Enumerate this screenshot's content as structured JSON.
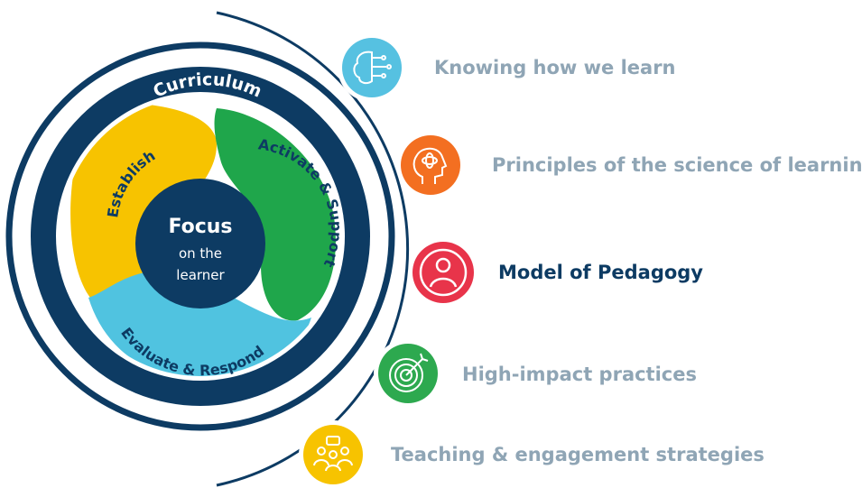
{
  "diagram": {
    "outer_ring_label": "Curriculum",
    "segments": [
      {
        "label": "Establish",
        "color": "#f7c300"
      },
      {
        "label": "Activate & Support",
        "color": "#1fa64b"
      },
      {
        "label": "Evaluate & Respond",
        "color": "#50c3e0"
      }
    ],
    "center": {
      "title": "Focus",
      "line1": "on the",
      "line2": "learner"
    },
    "colors": {
      "navy": "#0d3b63",
      "grey_text": "#8fa5b5"
    }
  },
  "items": [
    {
      "label": "Knowing how we learn",
      "icon": "brain-circuit-icon",
      "color": "#56c1e1",
      "highlighted": false
    },
    {
      "label": "Principles of the science of learning",
      "icon": "head-atom-icon",
      "color": "#f36f21",
      "highlighted": false
    },
    {
      "label": "Model of Pedagogy",
      "icon": "person-icon",
      "color": "#e8344a",
      "highlighted": true
    },
    {
      "label": "High-impact practices",
      "icon": "target-arrow-icon",
      "color": "#2da94f",
      "highlighted": false
    },
    {
      "label": "Teaching & engagement strategies",
      "icon": "group-chat-icon",
      "color": "#f7c300",
      "highlighted": false
    }
  ]
}
